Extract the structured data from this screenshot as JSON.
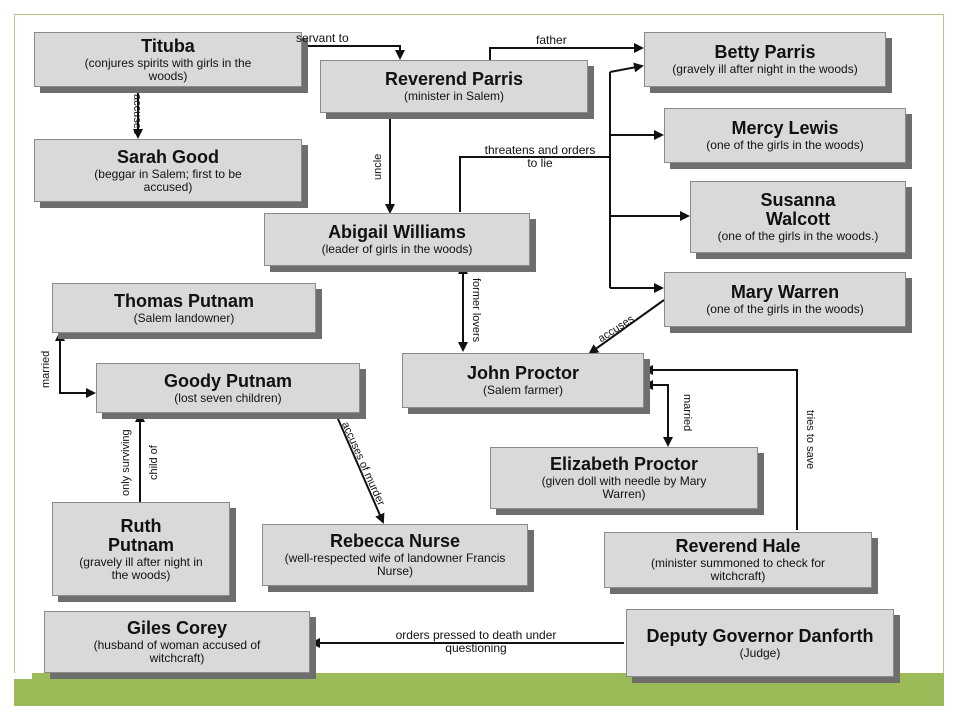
{
  "nodes": {
    "tituba": {
      "title": "Tituba",
      "desc": "(conjures spirits with girls in the woods)"
    },
    "parris": {
      "title": "Reverend Parris",
      "desc": "(minister in Salem)"
    },
    "betty": {
      "title": "Betty Parris",
      "desc": "(gravely ill after night in the woods)"
    },
    "mercy": {
      "title": "Mercy Lewis",
      "desc": "(one of the girls in the woods)"
    },
    "sarah": {
      "title": "Sarah Good",
      "desc": "(beggar in Salem; first to be accused)"
    },
    "susanna": {
      "title": "Susanna Walcott",
      "desc": "(one of the girls in the woods.)"
    },
    "abigail": {
      "title": "Abigail Williams",
      "desc": "(leader of girls in the woods)"
    },
    "thomas": {
      "title": "Thomas Putnam",
      "desc": "(Salem landowner)"
    },
    "mary": {
      "title": "Mary Warren",
      "desc": "(one of the girls in the woods)"
    },
    "goody": {
      "title": "Goody Putnam",
      "desc": "(lost seven children)"
    },
    "john": {
      "title": "John Proctor",
      "desc": "(Salem farmer)"
    },
    "elizabeth": {
      "title": "Elizabeth Proctor",
      "desc": "(given doll with needle by Mary Warren)"
    },
    "ruth": {
      "title": "Ruth Putnam",
      "desc": "(gravely ill after night in the woods)"
    },
    "rebecca": {
      "title": "Rebecca Nurse",
      "desc": "(well-respected wife of landowner Francis Nurse)"
    },
    "hale": {
      "title": "Reverend Hale",
      "desc": "(minister summoned to check for witchcraft)"
    },
    "giles": {
      "title": "Giles Corey",
      "desc": "(husband of woman accused of witchcraft)"
    },
    "danforth": {
      "title": "Deputy Governor Danforth",
      "desc": "(Judge)"
    }
  },
  "edges": {
    "servant_to": "servant to",
    "father": "father",
    "accuses_tituba": "accuses",
    "uncle": "uncle",
    "threatens": "threatens and orders to lie",
    "former_lovers": "former lovers",
    "accuses_mary": "accuses",
    "married_putnam": "married",
    "married_proctor": "married",
    "accuses_murder": "accuses of murder",
    "only_surviving": "only surviving",
    "child_of": "child of",
    "tries_to_save": "tries to save",
    "orders_pressed": "orders pressed to death under questioning"
  }
}
